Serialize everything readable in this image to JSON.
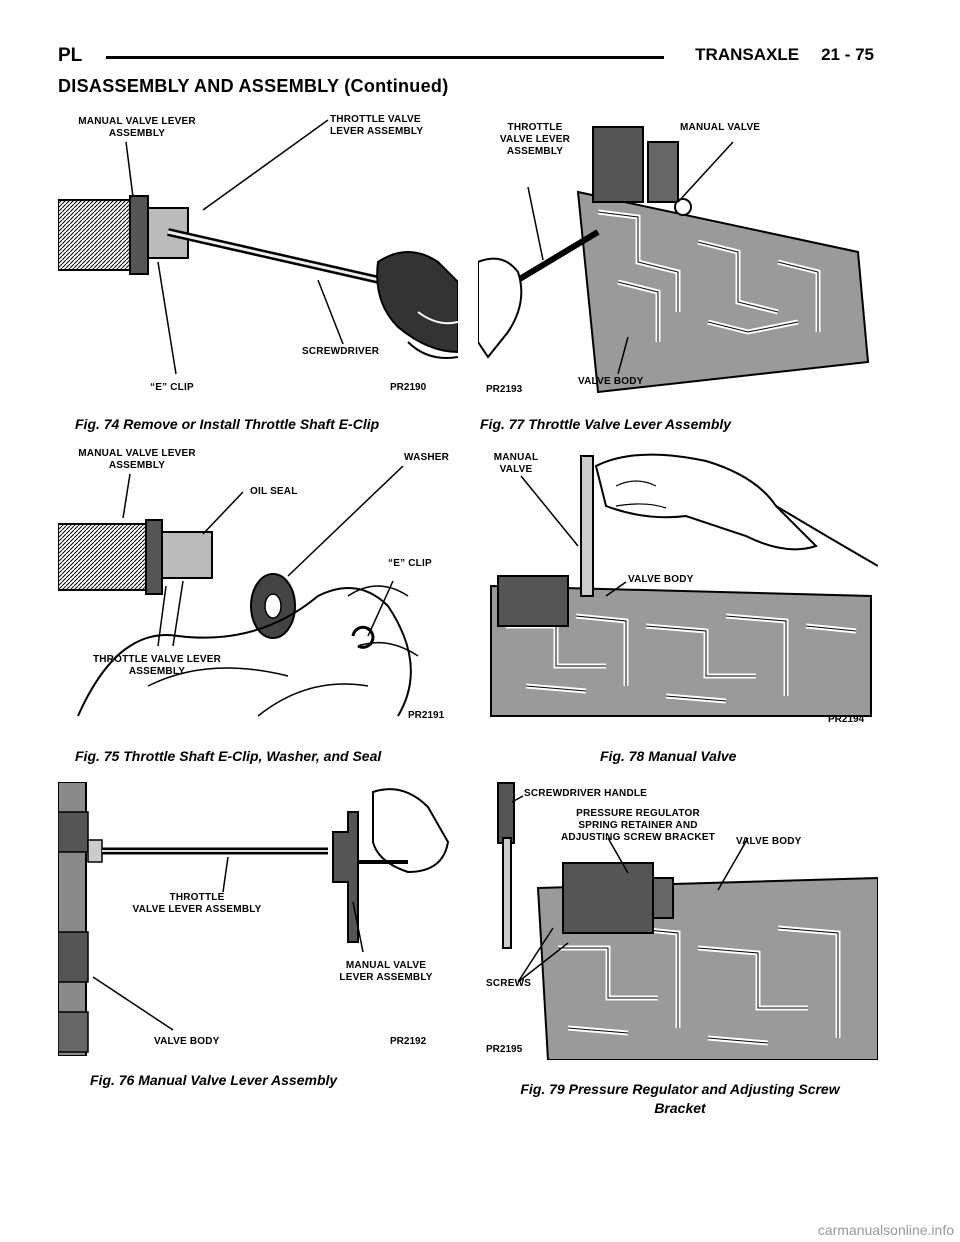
{
  "header": {
    "left": "PL",
    "section": "TRANSAXLE",
    "page": "21 - 75"
  },
  "subtitle": "DISASSEMBLY AND ASSEMBLY (Continued)",
  "figures": [
    {
      "caption": "Fig. 74 Remove or Install Throttle Shaft E-Clip",
      "code": "PR2190",
      "labels": [
        "MANUAL VALVE LEVER",
        "ASSEMBLY",
        "THROTTLE VALVE",
        "LEVER ASSEMBLY",
        "SCREWDRIVER",
        "“E” CLIP"
      ]
    },
    {
      "caption": "Fig. 75 Throttle Shaft E-Clip, Washer, and Seal",
      "code": "PR2191",
      "labels": [
        "MANUAL VALVE LEVER",
        "ASSEMBLY",
        "OIL SEAL",
        "WASHER",
        "“E” CLIP",
        "THROTTLE VALVE LEVER",
        "ASSEMBLY"
      ]
    },
    {
      "caption": "Fig. 76 Manual Valve Lever Assembly",
      "code": "PR2192",
      "labels": [
        "THROTTLE",
        "VALVE LEVER ASSEMBLY",
        "MANUAL VALVE",
        "LEVER ASSEMBLY",
        "VALVE BODY"
      ]
    },
    {
      "caption": "Fig. 77 Throttle Valve Lever Assembly",
      "code": "PR2193",
      "labels": [
        "THROTTLE",
        "VALVE LEVER",
        "ASSEMBLY",
        "MANUAL VALVE",
        "VALVE BODY"
      ]
    },
    {
      "caption": "Fig. 78 Manual Valve",
      "code": "PR2194",
      "labels": [
        "MANUAL",
        "VALVE",
        "VALVE BODY"
      ]
    },
    {
      "caption_line1": "Fig. 79 Pressure Regulator and Adjusting Screw",
      "caption_line2": "Bracket",
      "code": "PR2195",
      "labels": [
        "SCREWDRIVER HANDLE",
        "PRESSURE REGULATOR",
        "SPRING RETAINER AND",
        "ADJUSTING SCREW BRACKET",
        "VALVE BODY",
        "SCREWS"
      ]
    }
  ],
  "footer": "carmanualsonline.info"
}
